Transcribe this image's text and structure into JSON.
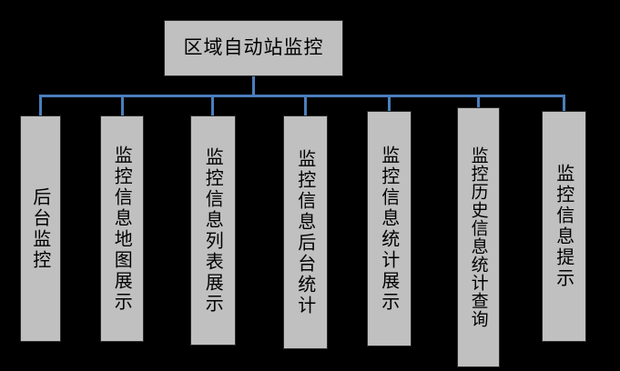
{
  "diagram": {
    "type": "tree",
    "background_color": "#000000",
    "node_fill_color": "#c0c0c0",
    "node_border_color": "#2b2b2b",
    "connector_color": "#4a7ebc",
    "root": {
      "label": "区域自动站监控",
      "orientation": "horizontal"
    },
    "children": [
      {
        "label": "后台监控",
        "orientation": "vertical"
      },
      {
        "label": "监控信息地图展示",
        "orientation": "vertical"
      },
      {
        "label": "监控信息列表展示",
        "orientation": "vertical"
      },
      {
        "label": "监控信息后台统计",
        "orientation": "vertical"
      },
      {
        "label": "监控信息统计展示",
        "orientation": "vertical"
      },
      {
        "label": "监控历史信息统计查询",
        "orientation": "vertical"
      },
      {
        "label": "监控信息提示",
        "orientation": "vertical"
      }
    ]
  }
}
